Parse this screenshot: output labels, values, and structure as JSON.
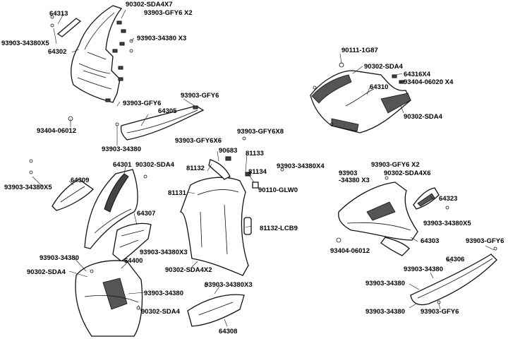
{
  "labels": [
    "64313",
    "90302-SDA4X7",
    "93903-GFY6 X2",
    "93903-34380X5",
    "93903-34380 X3",
    "64302",
    "93903-GFY6",
    "93903-GFY6",
    "64305",
    "93404-06012",
    "93903-34380",
    "90111-1G87",
    "90302-SDA4",
    "64316X4",
    "93404-06020 X4",
    "64310",
    "90302-SDA4",
    "93903-GFY6X8",
    "93903-GFY6X6",
    "90683",
    "81133",
    "93903-34380X4",
    "64301",
    "90302-SDA4",
    "81132",
    "81134",
    "90110-GLW0",
    "81131",
    "93903-34380X5",
    "64309",
    "64307",
    "81132-LCB9",
    "93903-GFY6 X2",
    "90302-SDA4X6",
    "93903",
    "-34380 X3",
    "64323",
    "93903-34380X5",
    "93404-06012",
    "64303",
    "93903-GFY6",
    "93903-34380",
    "93903-34380X3",
    "64400",
    "90302-SDA4",
    "90302-SDA4X2",
    "93903-34380X3",
    "93903-34380",
    "90302-SDA4",
    "64306",
    "93903-34380",
    "93903-34380",
    "93903-34380",
    "93903-GFY6",
    "64308"
  ],
  "colors": {
    "line": "#111111",
    "mesh": "#555555",
    "background": "#ffffff"
  }
}
